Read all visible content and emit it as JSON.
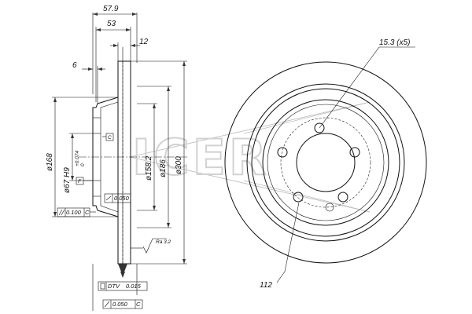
{
  "watermark": {
    "brand": "ICER"
  },
  "dimensions": {
    "width_total": "57.9",
    "width_hub": "53",
    "disc_thickness": "12",
    "flange": "6",
    "hole_size": "15.3 (x5)",
    "pcd": "112",
    "dia_hat": "ø168",
    "dia_center": "ø67 H9",
    "dia_center_tol": "+0.074\n0",
    "dia_inner_friction": "ø158.2",
    "dia_friction": "ø186",
    "dia_outer": "ø300",
    "roughness": "Ra 3.2"
  },
  "tolerances": {
    "flatness_box": "0.050",
    "parallelism_box": "0.100",
    "parallelism_ref": "C",
    "datum": "C",
    "datum_f": "F",
    "dtv_label": "DTV",
    "dtv_value": "0.015",
    "runout_value": "0.050",
    "runout_ref": "C"
  },
  "colors": {
    "line": "#111111",
    "watermark": "#d2d2d2"
  }
}
